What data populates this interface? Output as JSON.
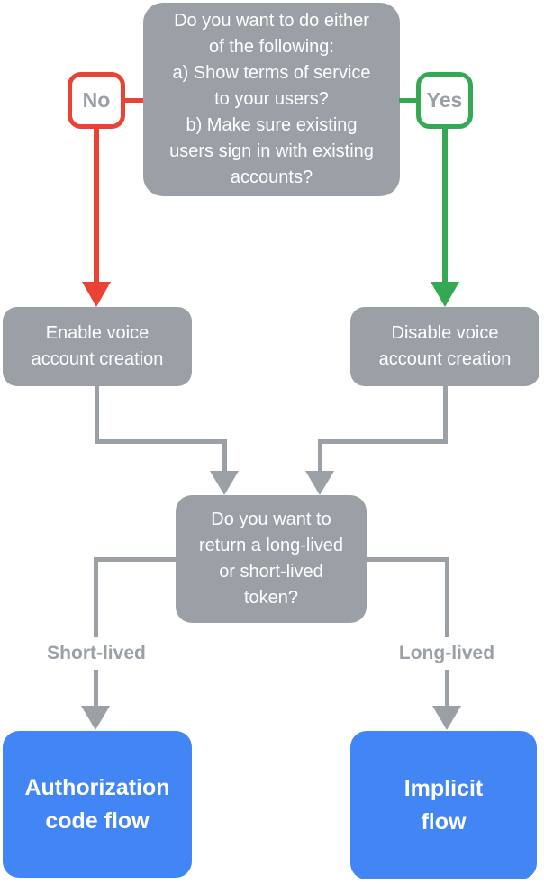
{
  "flowchart": {
    "colors": {
      "node-gray": "#9AA0A6",
      "branch-red": "#EA4335",
      "branch-green": "#34A853",
      "result-blue": "#4285F4",
      "node-text": "#FFFFFF",
      "chip-bg": "#FFFFFF",
      "chip-text": "#9AA0A6"
    },
    "top_question": "Do you want to do either\nof the following:\na) Show terms of service\nto your users?\nb) Make sure existing\nusers sign in with existing\naccounts?",
    "no_label": "No",
    "yes_label": "Yes",
    "enable_node": "Enable voice\naccount creation",
    "disable_node": "Disable voice\naccount creation",
    "token_question": "Do you want to\nreturn a long-lived\nor short-lived\ntoken?",
    "short_lived_label": "Short-lived",
    "long_lived_label": "Long-lived",
    "auth_code_node": "Authorization\ncode flow",
    "implicit_node": "Implicit\nflow"
  }
}
